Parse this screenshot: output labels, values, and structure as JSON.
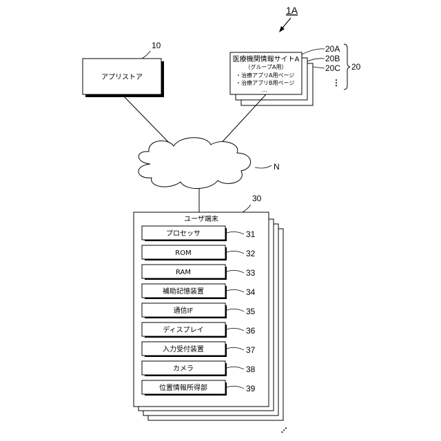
{
  "figure": {
    "system_ref": "1A",
    "app_store": {
      "ref": "10",
      "label": "アプリストア"
    },
    "sites": {
      "group_ref": "20",
      "refs": [
        "20A",
        "20B",
        "20C"
      ],
      "title": "医療機関情報サイトA",
      "subtitle": "（グループA用）",
      "items": [
        "・治療アプリA用ページ",
        "・治療アプリB用ページ",
        "…"
      ]
    },
    "network": {
      "ref": "N"
    },
    "terminal": {
      "ref": "30",
      "title": "ユーザ端末",
      "components": [
        {
          "label": "プロセッサ",
          "ref": "31"
        },
        {
          "label": "ROM",
          "ref": "32"
        },
        {
          "label": "RAM",
          "ref": "33"
        },
        {
          "label": "補助記憶装置",
          "ref": "34"
        },
        {
          "label": "通信IF",
          "ref": "35"
        },
        {
          "label": "ディスプレイ",
          "ref": "36"
        },
        {
          "label": "入力受付装置",
          "ref": "37"
        },
        {
          "label": "カメラ",
          "ref": "38"
        },
        {
          "label": "位置情報所得部",
          "ref": "39"
        }
      ]
    }
  }
}
